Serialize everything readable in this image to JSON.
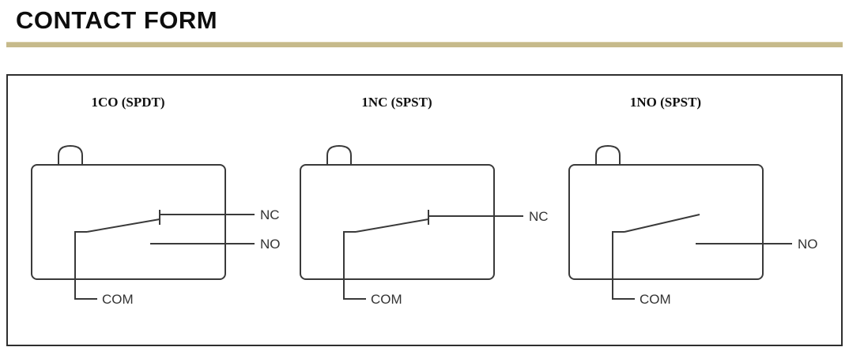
{
  "page": {
    "title": "CONTACT FORM"
  },
  "colors": {
    "accent_bar": "#c6ba8b",
    "panel_border": "#2e2e2e",
    "diagram_line": "#3a3a3a",
    "label_text": "#333333"
  },
  "diagrams": [
    {
      "title": "1CO (SPDT)",
      "labels": {
        "nc": "NC",
        "no": "NO",
        "com": "COM"
      }
    },
    {
      "title": "1NC (SPST)",
      "labels": {
        "nc": "NC",
        "com": "COM"
      }
    },
    {
      "title": "1NO (SPST)",
      "labels": {
        "no": "NO",
        "com": "COM"
      }
    }
  ]
}
